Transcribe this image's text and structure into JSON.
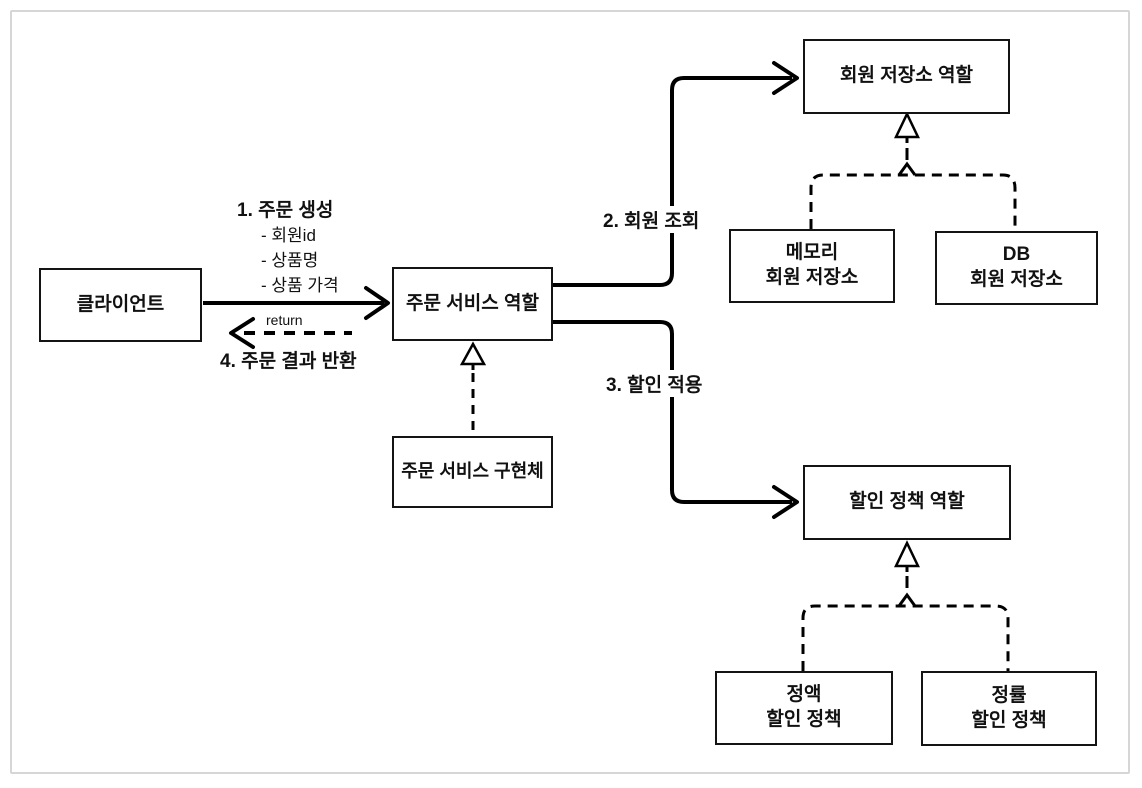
{
  "diagram": {
    "boxes": {
      "client": {
        "label": "클라이언트"
      },
      "order_service_role": {
        "label": "주문 서비스 역할"
      },
      "order_service_impl": {
        "label": "주문 서비스 구현체"
      },
      "member_repo_role": {
        "label": "회원 저장소 역할"
      },
      "memory_member_repo": {
        "line1": "메모리",
        "line2": "회원 저장소"
      },
      "db_member_repo": {
        "line1": "DB",
        "line2": "회원 저장소"
      },
      "discount_policy_role": {
        "label": "할인 정책 역할"
      },
      "fixed_discount_policy": {
        "line1": "정액",
        "line2": "할인 정책"
      },
      "rate_discount_policy": {
        "line1": "정률",
        "line2": "할인 정책"
      }
    },
    "labels": {
      "step1_title": "1. 주문 생성",
      "step1_item1": "- 회원id",
      "step1_item2": "- 상품명",
      "step1_item3": "- 상품 가격",
      "step2": "2. 회원 조회",
      "step3": "3. 할인 적용",
      "step4": "4. 주문 결과 반환",
      "return_label": "return"
    },
    "colors": {
      "line": "#000000",
      "box_border": "#141414",
      "frame_border": "#d6d6d6",
      "background": "#ffffff"
    }
  }
}
